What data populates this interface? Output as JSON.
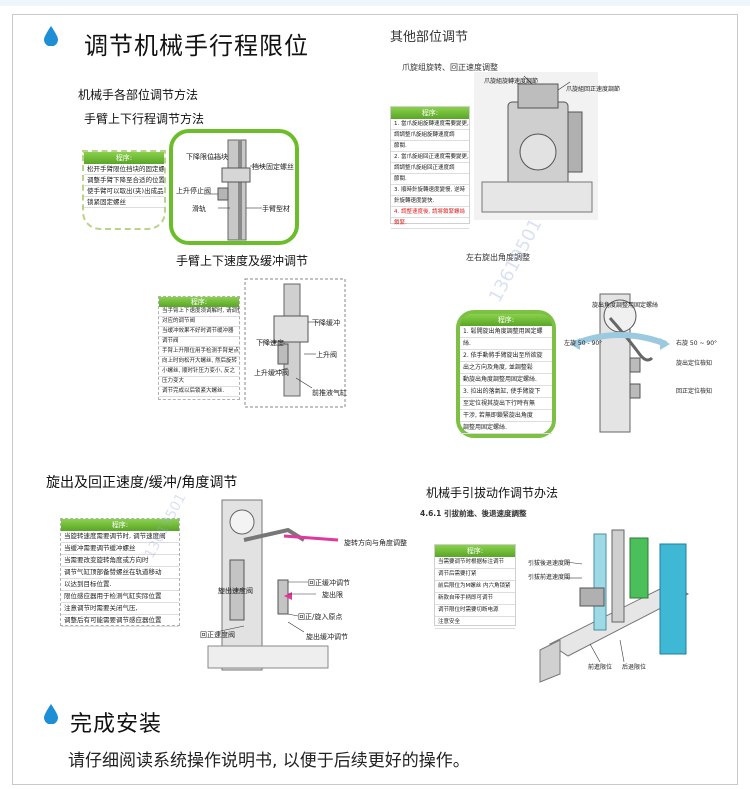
{
  "sections": {
    "adjust_title": "调节机械手行程限位",
    "other_title": "其他部位调节",
    "finish_title": "完成安装"
  },
  "left_top": {
    "subtitle": "机械手各部位调节方法",
    "arm_updown": "手臂上下行程调节方法",
    "card_header": "程序:",
    "card_lines": [
      "松开手臂限位挡块的固定螺丝,",
      "调整手臂下降至合适的位置",
      "使手臂可以取出(夹)出成品",
      "锁紧固定螺丝"
    ],
    "labels": {
      "lower_block": "下降限位挡块",
      "block_screw": "挡块固定螺丝",
      "up_pos": "上升停止阀",
      "rail": "滑轨",
      "arm_profile": "手臂型材"
    }
  },
  "left_mid": {
    "title": "手臂上下速度及缓冲调节",
    "card_header": "程序:",
    "card_lines": [
      "当手臂上下速度须调解时, 请调整",
      "对应的调节阀",
      "当缓冲效果不好时调节缓冲器",
      "调节阀",
      "手臂上升限位用手检测手臂是点",
      "向上时向松开大螺丝, 然后旋转",
      "小螺丝, 顺时针压力变小, 反之",
      "压力变大",
      "调节完成以后锁紧大螺丝."
    ],
    "labels": {
      "lower_buffer": "下降缓冲",
      "lower_speed": "下降速度",
      "up": "上升阀",
      "up_buffer": "上升缓冲阀",
      "hydraulic": "前推液气缸"
    }
  },
  "right_top": {
    "subtitle": "爪旋组旋转、回正速度调整",
    "card_header": "程序:",
    "card_lines": [
      "1. 當爪旋組旋轉速度需要變更,",
      "調調整爪旋組旋轉速度調",
      "節閥.",
      "2. 當爪旋組回正速度需要變更,",
      "調調整爪旋組回正速度調",
      "節閥.",
      "3. 順時針旋轉速度變慢, 逆時",
      "針旋轉速度變快.",
      "4. 調整速度後, 請將鎖緊螺絲",
      "鎖緊."
    ],
    "labels": {
      "rot_speed": "爪旋組旋轉速度調節",
      "return_speed": "爪旋組回正速度調節"
    }
  },
  "right_mid": {
    "subtitle": "左右旋出角度調整",
    "card_header": "程序:",
    "card_lines": [
      "1. 鬆開旋出角度調整用固定螺",
      "絲.",
      "2. 依手動將手臂旋出至所欲旋",
      "出之方向及角度, 並調整鬆",
      "動旋出角度調整用固定螺絲.",
      "3. 拉出的落氣缸, 使手臂旋下",
      "至定位視其旋出下行時有無",
      "干涉, 若無即鎖緊旋出角度",
      "調整用固定螺絲."
    ],
    "labels": {
      "angle_screw": "旋出角度調整用固定螺絲",
      "left": "左旋 50 - 90°",
      "right": "右旋 50 ~ 90°",
      "out_pos": "旋出定位檢知",
      "return_pos": "回正定位檢知"
    }
  },
  "left_bottom": {
    "title": "旋出及回正速度/缓冲/角度调节",
    "card_header": "程序:",
    "card_lines": [
      "当旋转速度需要调节时, 调节速度阀",
      "当缓冲需要调节缓冲螺丝",
      "当需要改变旋转角度或方向时",
      "调节气缸顶部备赞螺丝在轨道移动",
      "以达到目标位置.",
      "限位感应器用于检测气缸实际位置",
      "注意调节时需要关闭气压,",
      "调整后有可能需要调节感应器位置"
    ],
    "labels": {
      "direction": "旋转方向与角度调整",
      "return_buffer": "回正缓冲调节",
      "out_limit": "旋出限",
      "return_point": "回正/旋入原点",
      "out_speed": "旋出速度阀",
      "return_speed": "回正速度阀",
      "out_buffer": "旋出缓冲调节"
    }
  },
  "right_bottom": {
    "title": "机械手引拔动作调节办法",
    "subtitle": "4.6.1 引拔前進、後退速度調整",
    "card_header": "程序:",
    "card_lines": [
      "当需要调节时根据标注调节",
      "调节后需要打紧",
      "前后限位为M螺丝 内六角锁紧",
      "新款自带手柄即可调节",
      "调节限位时需要切断电源",
      "注意安全"
    ],
    "labels": {
      "back_speed": "引拔後退速度閥",
      "fwd_speed": "引拔前進速度閥",
      "front_limit": "前進限位",
      "rear_limit": "后退限位"
    }
  },
  "footer": {
    "note": "请仔细阅读系统操作说明书, 以便于后续更好的操作。"
  },
  "watermarks": [
    "13619501",
    "13619501"
  ]
}
